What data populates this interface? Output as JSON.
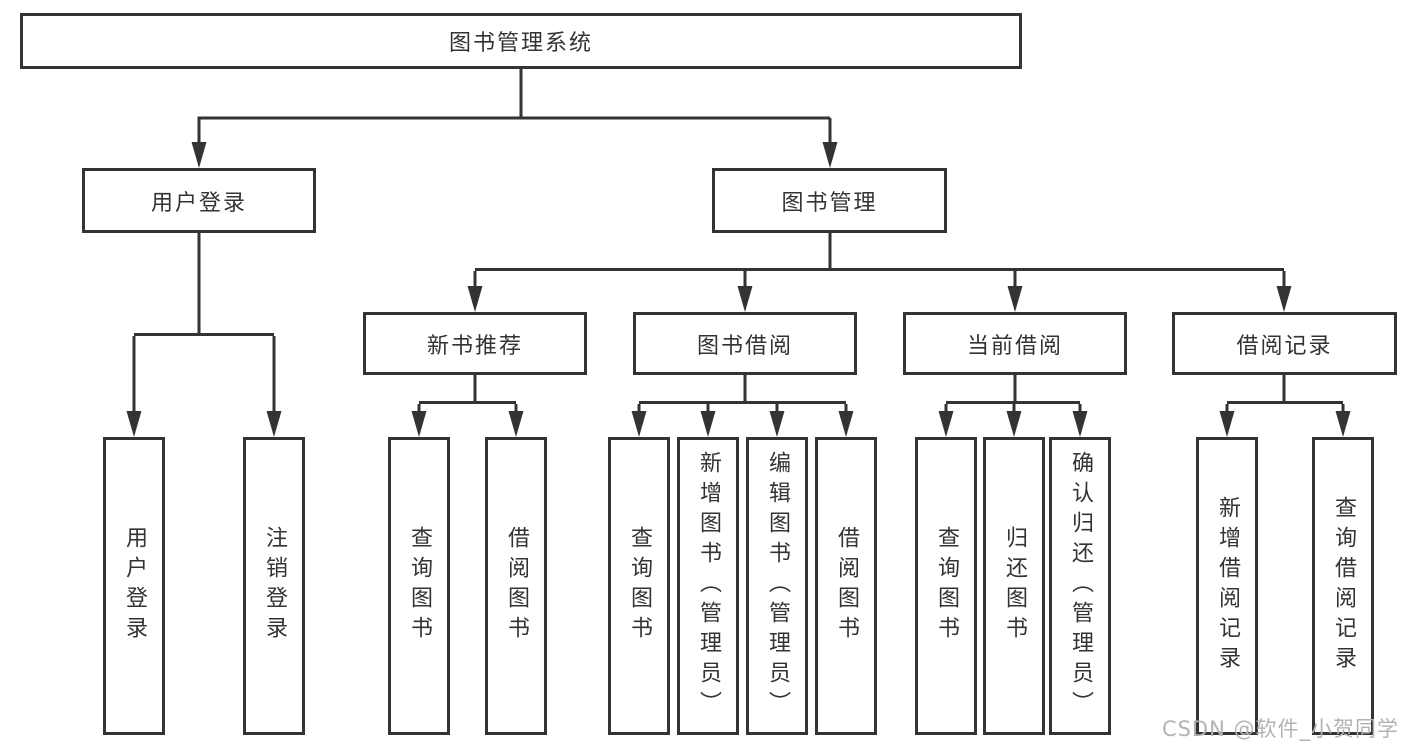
{
  "diagram": {
    "root": {
      "label": "图书管理系统"
    },
    "level2": [
      {
        "label": "用户登录"
      },
      {
        "label": "图书管理"
      }
    ],
    "level3": [
      {
        "label": "新书推荐"
      },
      {
        "label": "图书借阅"
      },
      {
        "label": "当前借阅"
      },
      {
        "label": "借阅记录"
      }
    ],
    "leaves": [
      {
        "label": "用户登录"
      },
      {
        "label": "注销登录"
      },
      {
        "label": "查询图书"
      },
      {
        "label": "借阅图书"
      },
      {
        "label": "查询图书"
      },
      {
        "label": "新增图书（管理员）"
      },
      {
        "label": "编辑图书（管理员）"
      },
      {
        "label": "借阅图书"
      },
      {
        "label": "查询图书"
      },
      {
        "label": "归还图书"
      },
      {
        "label": "确认归还（管理员）"
      },
      {
        "label": "新增借阅记录"
      },
      {
        "label": "查询借阅记录"
      }
    ]
  },
  "watermark": {
    "text": "CSDN @软件_小贺同学"
  },
  "colors": {
    "line": "#333333",
    "text": "#333333",
    "box_background": "#ffffff",
    "watermark": "#b3b3b3",
    "page_background": "#ffffff"
  }
}
